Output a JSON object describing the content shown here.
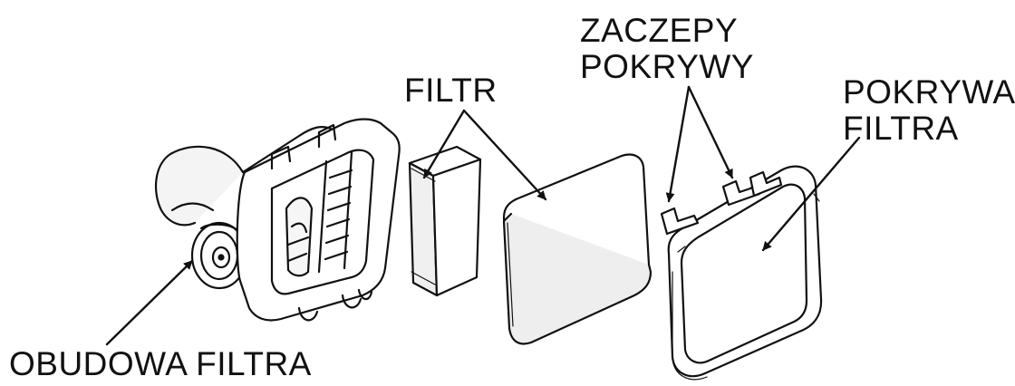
{
  "labels": {
    "housing": "OBUDOWA FILTRA",
    "filter": "FILTR",
    "cover_clips": [
      "ZACZEPY",
      "POKRYWY"
    ],
    "cover": [
      "POKRYWA",
      "FILTRA"
    ]
  },
  "colors": {
    "line": "#111111",
    "fill": "#ffffff",
    "shade": "#e9e9e9",
    "background": "#ffffff"
  }
}
